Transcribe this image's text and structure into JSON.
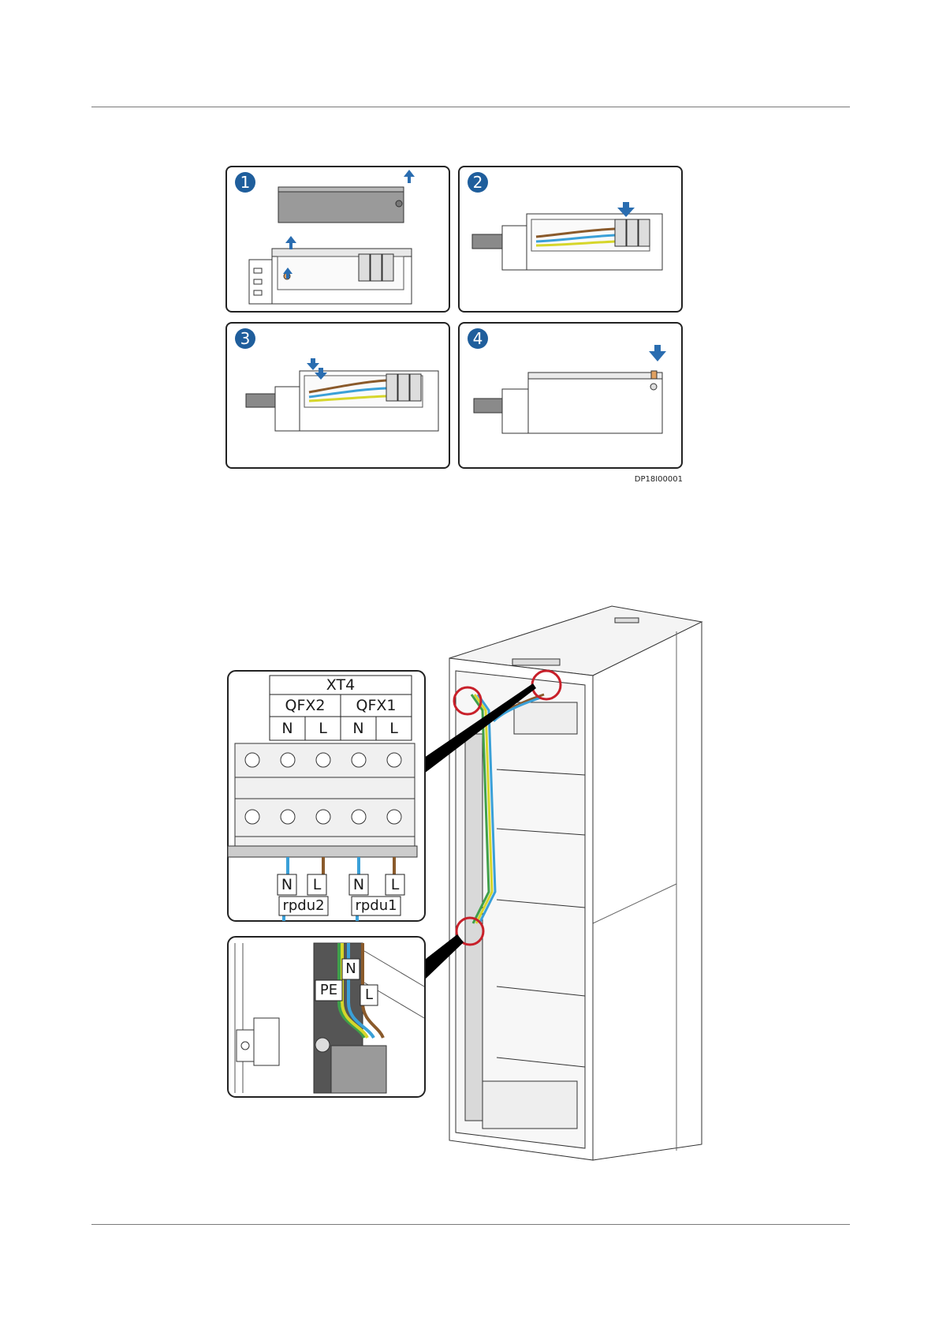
{
  "figure1": {
    "id_code": "DP18I00001",
    "steps": [
      "1",
      "2",
      "3",
      "4"
    ]
  },
  "figure2": {
    "terminal_block": {
      "title": "XT4",
      "breakers": [
        "QFX2",
        "QFX1"
      ],
      "poles": [
        "N",
        "L",
        "N",
        "L"
      ],
      "cable_labels": [
        "N",
        "L",
        "N",
        "L"
      ],
      "pdu_labels": [
        "rpdu2",
        "rpdu1"
      ]
    },
    "ground_detail": {
      "labels": [
        "N",
        "PE",
        "L"
      ]
    }
  },
  "colors": {
    "step_badge": "#1f5e9c",
    "arrow": "#2a6db0",
    "wire_brown": "#8a5a2b",
    "wire_blue": "#3aa0d8",
    "wire_yellow": "#d6d62a",
    "wire_green": "#3fa04a",
    "highlight_circle": "#c8202a"
  }
}
